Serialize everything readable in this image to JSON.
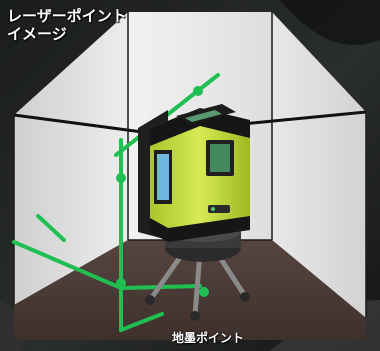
{
  "caption": {
    "line1": "レーザーポイント",
    "line2": "イメージ"
  },
  "floor_point_label": "地墨ポイント",
  "colors": {
    "laser_green": "#1fbf52",
    "device_yellow_green": "#c9e03c",
    "wall_light": "#e6e6e6",
    "floor_brown": "#4a3a36"
  }
}
